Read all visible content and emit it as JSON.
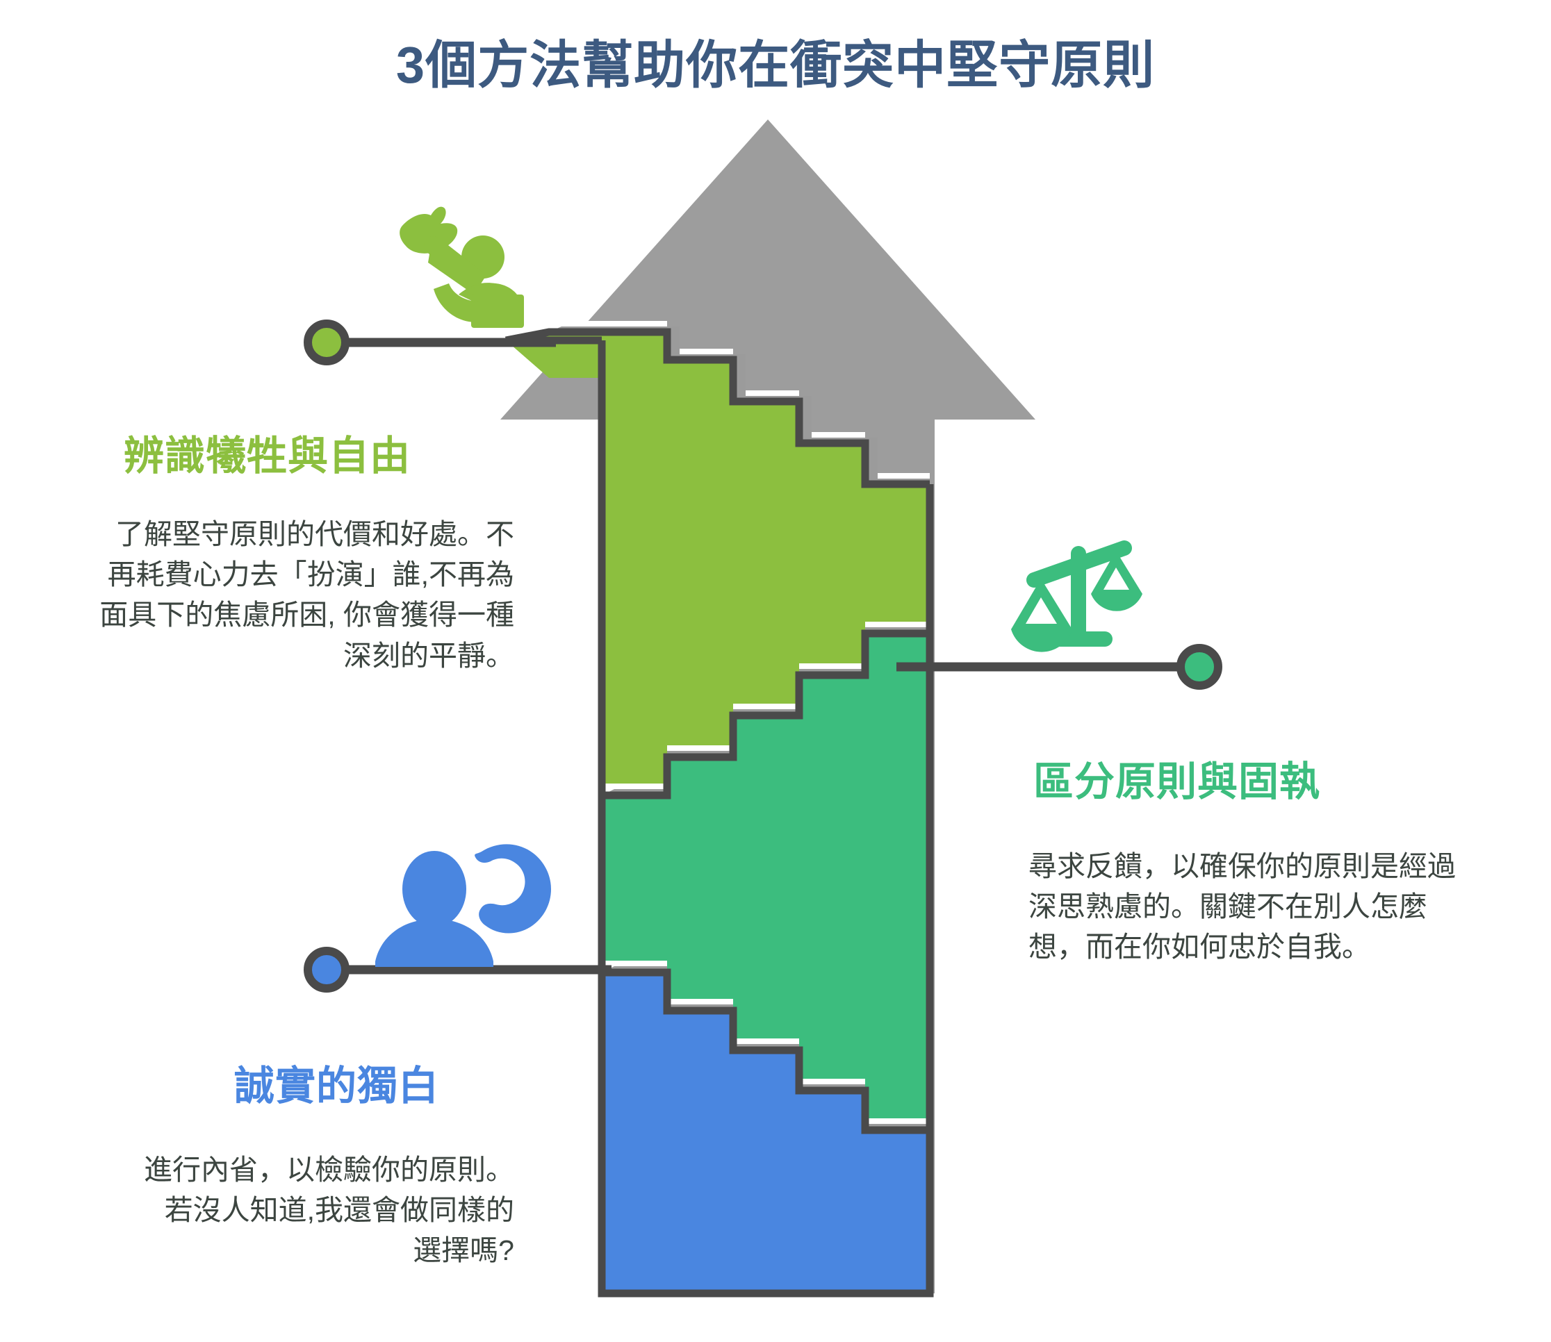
{
  "title": "3個方法幫助你在衝突中堅守原則",
  "colors": {
    "title": "#3d5a80",
    "step_one": "#8cbf3f",
    "step_two": "#3cbd7e",
    "step_three": "#4a86e0",
    "arrow": "#9d9d9d",
    "outline": "#4a4a4a",
    "body_text": "#3c4540",
    "stair_tread": "#9b9b9b",
    "stair_highlight": "#ffffff"
  },
  "sections": [
    {
      "id": "one",
      "heading": "辨識犧牲與自由",
      "body": "了解堅守原則的代價和好處。不再耗費心力去「扮演」誰,不再為面具下的焦慮所困, 你會獲得一種深刻的平靜。",
      "icon": "person-releasing-bird-icon",
      "color": "#8cbf3f"
    },
    {
      "id": "two",
      "heading": "區分原則與固執",
      "body": "尋求反饋，以確保你的原則是經過深思熟慮的。關鍵不在別人怎麼想，而在你如何忠於自我。",
      "icon": "balance-scales-icon",
      "color": "#3cbd7e"
    },
    {
      "id": "three",
      "heading": "誠實的獨白",
      "body": "進行內省，以檢驗你的原則。若沒人知道,我還會做同樣的選擇嗎?",
      "icon": "person-with-thought-bubble-icon",
      "color": "#4a86e0"
    }
  ]
}
